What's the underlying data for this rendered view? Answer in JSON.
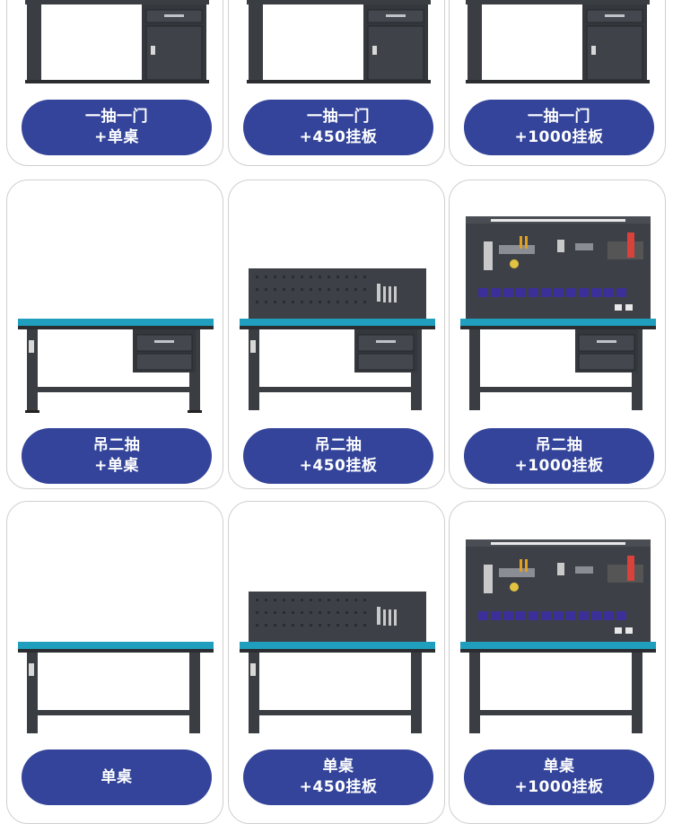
{
  "colors": {
    "pill_bg": "#33449a",
    "pill_text": "#ffffff",
    "bench_frame": "#3a3d42",
    "bench_top": "#1f9fbd",
    "pegboard": "#3d4046",
    "bins": "#3b2f9a"
  },
  "cards": [
    {
      "line1": "一抽一门",
      "line2": "+单桌",
      "image": "bench-drawer-door-single"
    },
    {
      "line1": "一抽一门",
      "line2": "+450挂板",
      "image": "bench-drawer-door-450"
    },
    {
      "line1": "一抽一门",
      "line2": "+1000挂板",
      "image": "bench-drawer-door-1000"
    },
    {
      "line1": "吊二抽",
      "line2": "+单桌",
      "image": "bench-two-drawer-single"
    },
    {
      "line1": "吊二抽",
      "line2": "+450挂板",
      "image": "bench-two-drawer-450"
    },
    {
      "line1": "吊二抽",
      "line2": "+1000挂板",
      "image": "bench-two-drawer-1000"
    },
    {
      "line1": "单桌",
      "line2": "",
      "image": "bench-plain-single"
    },
    {
      "line1": "单桌",
      "line2": "+450挂板",
      "image": "bench-plain-450"
    },
    {
      "line1": "单桌",
      "line2": "+1000挂板",
      "image": "bench-plain-1000"
    }
  ]
}
